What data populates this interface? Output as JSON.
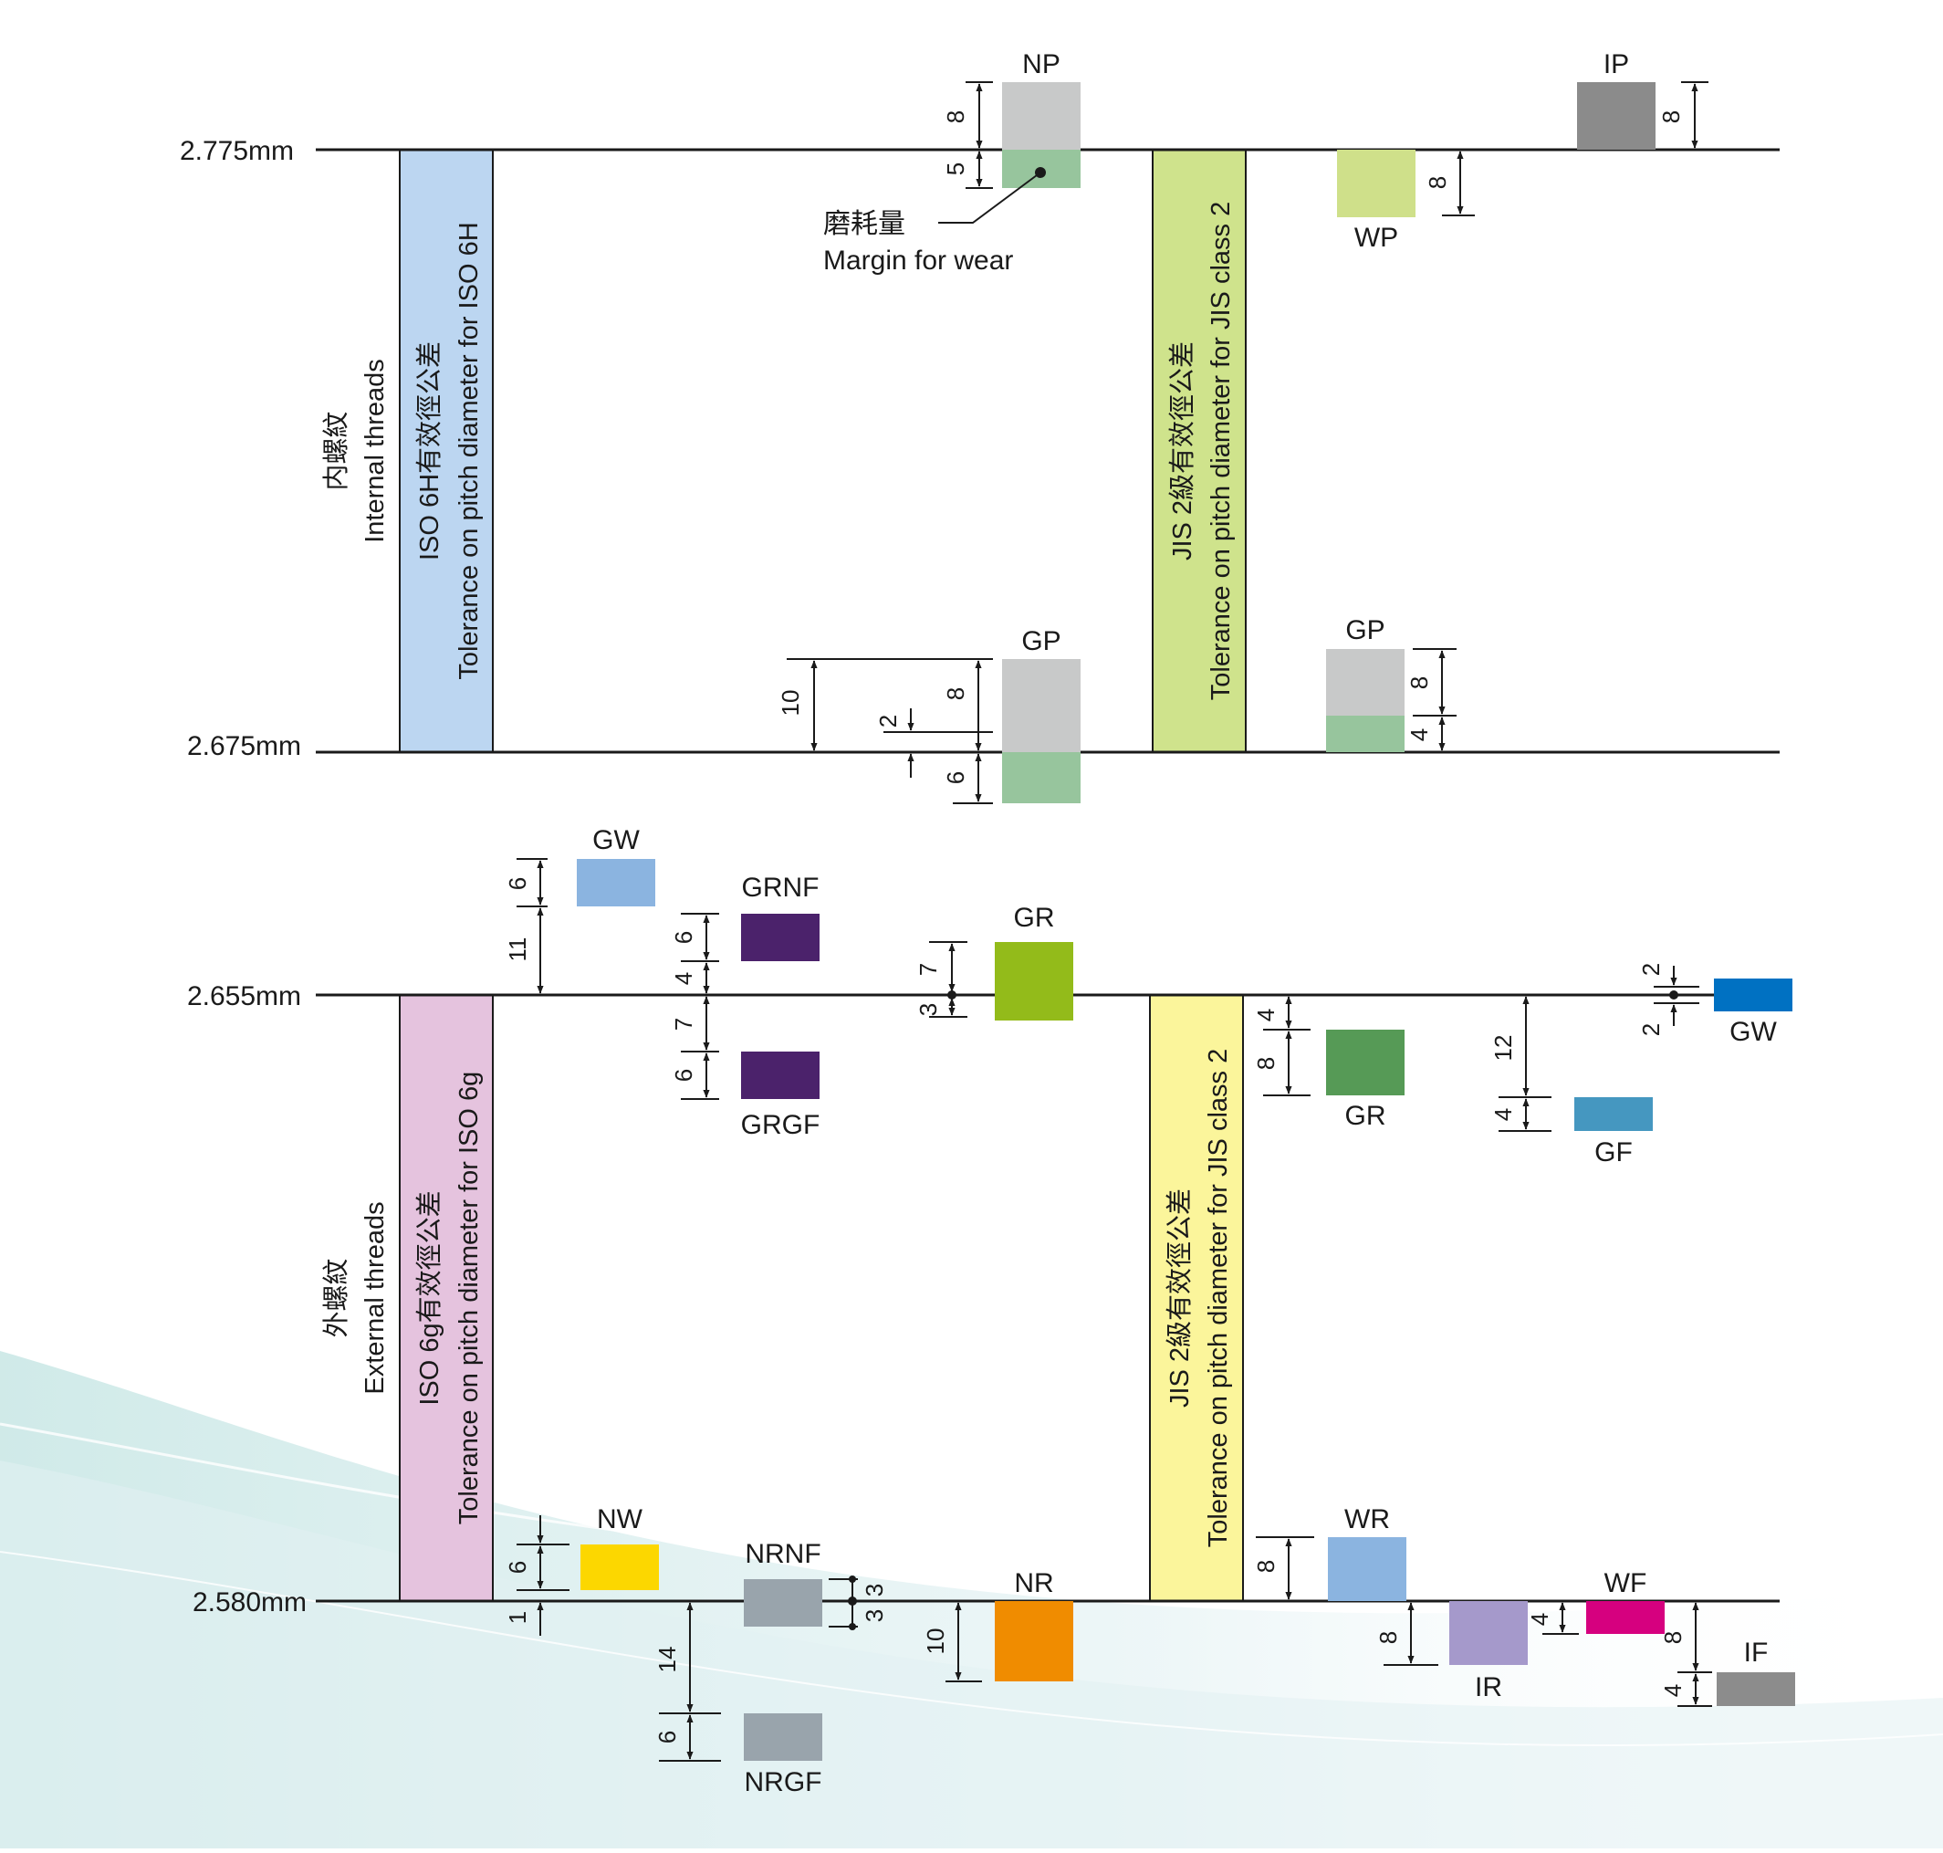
{
  "axis_labels": {
    "int_upper": "2.775mm",
    "int_lower": "2.675mm",
    "ext_upper": "2.655mm",
    "ext_lower": "2.580mm"
  },
  "internal": {
    "title_jp": "内螺紋",
    "title_en": "Internal threads",
    "iso_line1": "ISO 6H有效徑公差",
    "iso_line2": "Tolerance on pitch diameter for ISO 6H",
    "jis_line1": "JIS 2級有效徑公差",
    "jis_line2": "Tolerance on pitch diameter for JIS class 2",
    "wear_jp": "磨耗量",
    "wear_en": "Margin for wear"
  },
  "external": {
    "title_jp": "外螺紋",
    "title_en": "External threads",
    "iso_line1": "ISO 6g有效徑公差",
    "iso_line2": "Tolerance on pitch diameter for ISO 6g",
    "jis_line1": "JIS 2級有效徑公差",
    "jis_line2": "Tolerance on pitch diameter for JIS class 2"
  },
  "gauges": {
    "NP": "NP",
    "IP": "IP",
    "WP": "WP",
    "GP1": "GP",
    "GP2": "GP",
    "GW1": "GW",
    "GRNF": "GRNF",
    "GR1": "GR",
    "GRGF": "GRGF",
    "GR2": "GR",
    "GF": "GF",
    "GW2": "GW",
    "NW": "NW",
    "NRNF": "NRNF",
    "NR": "NR",
    "NRGF": "NRGF",
    "WR": "WR",
    "IR": "IR",
    "WF": "WF",
    "IF": "IF"
  },
  "dims": {
    "np8": "8",
    "np5": "5",
    "ip8": "8",
    "wp8": "8",
    "gp10": "10",
    "gp8": "8",
    "gp2": "2",
    "gp6": "6",
    "gp2_8": "8",
    "gp2_4": "4",
    "gw6": "6",
    "gw11": "11",
    "grnf6": "6",
    "grnf4": "4",
    "grgf7": "7",
    "grgf6": "6",
    "gr7": "7",
    "gr3": "3",
    "gr2_4": "4",
    "gr2_8": "8",
    "gf12": "12",
    "gf4": "4",
    "gw2a": "2",
    "gw2b": "2",
    "nw6": "6",
    "nw1": "1",
    "nrnf3a": "3",
    "nrnf3b": "3",
    "nrgf14": "14",
    "nrgf6": "6",
    "nr10": "10",
    "wr8": "8",
    "ir8": "8",
    "wf4": "4",
    "if8": "8",
    "if4": "4"
  },
  "colors": {
    "iso6h_band": "#bcd6f1",
    "jis_int_band": "#cfe38c",
    "iso6g_band": "#e5c3de",
    "jis_ext_band": "#fbf59b",
    "gray_light": "#c8c9c9",
    "green_wear": "#97c59d",
    "gray_dark": "#8b8b8b",
    "lime": "#cfe08a",
    "blue_light": "#8bb4e0",
    "purple": "#4b226b",
    "green_gr": "#93bb1a",
    "green_dark": "#569a56",
    "teal": "#4597c0",
    "blue": "#0071c2",
    "yellow": "#fcd700",
    "gray_blue": "#99a4ac",
    "orange": "#f08c00",
    "lavender": "#a599cb",
    "magenta": "#d6007f",
    "gray_if": "#8c8c8c"
  }
}
